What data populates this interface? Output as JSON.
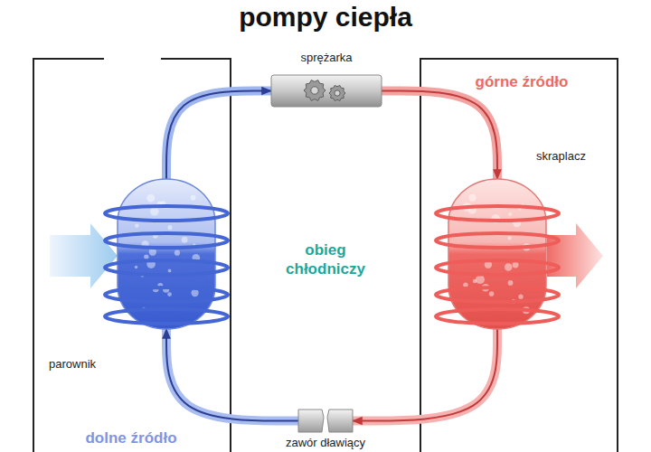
{
  "diagram": {
    "title": "pompy ciepła",
    "nodes": [
      {
        "text": [
          "sprężarka"
        ]
      },
      {
        "text": [
          "skraplacz"
        ]
      },
      {
        "text": [
          "zawór dławiący"
        ]
      },
      {
        "text": [
          "parownik"
        ]
      }
    ],
    "edges": [
      {
        "from": 0,
        "to": 1,
        "arrow": "to"
      },
      {
        "from": 1,
        "to": 2,
        "arrow": "to"
      },
      {
        "from": 2,
        "to": 3,
        "arrow": "to"
      },
      {
        "from": 3,
        "to": 0,
        "arrow": "to"
      }
    ],
    "labels": [
      "górne źródło",
      "obieg chłodniczy",
      "dolne źródło"
    ]
  }
}
